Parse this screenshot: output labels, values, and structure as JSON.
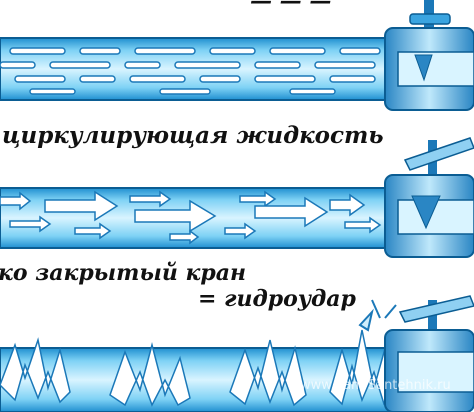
{
  "labels": {
    "top_cut": "— — —",
    "circulating": "циркулирующая жидкость",
    "closed_valve": "ко закрытый кран",
    "water_hammer": "= гидроудар"
  },
  "watermark": "www.Sam Santehnik.ru",
  "colors": {
    "pipe_light": "#cfeefc",
    "pipe_mid": "#5ec3ef",
    "pipe_dark": "#1f8fd0",
    "valve": "#8fd0f2",
    "valve_dark": "#1b78b8",
    "outline": "#0b5d93"
  }
}
